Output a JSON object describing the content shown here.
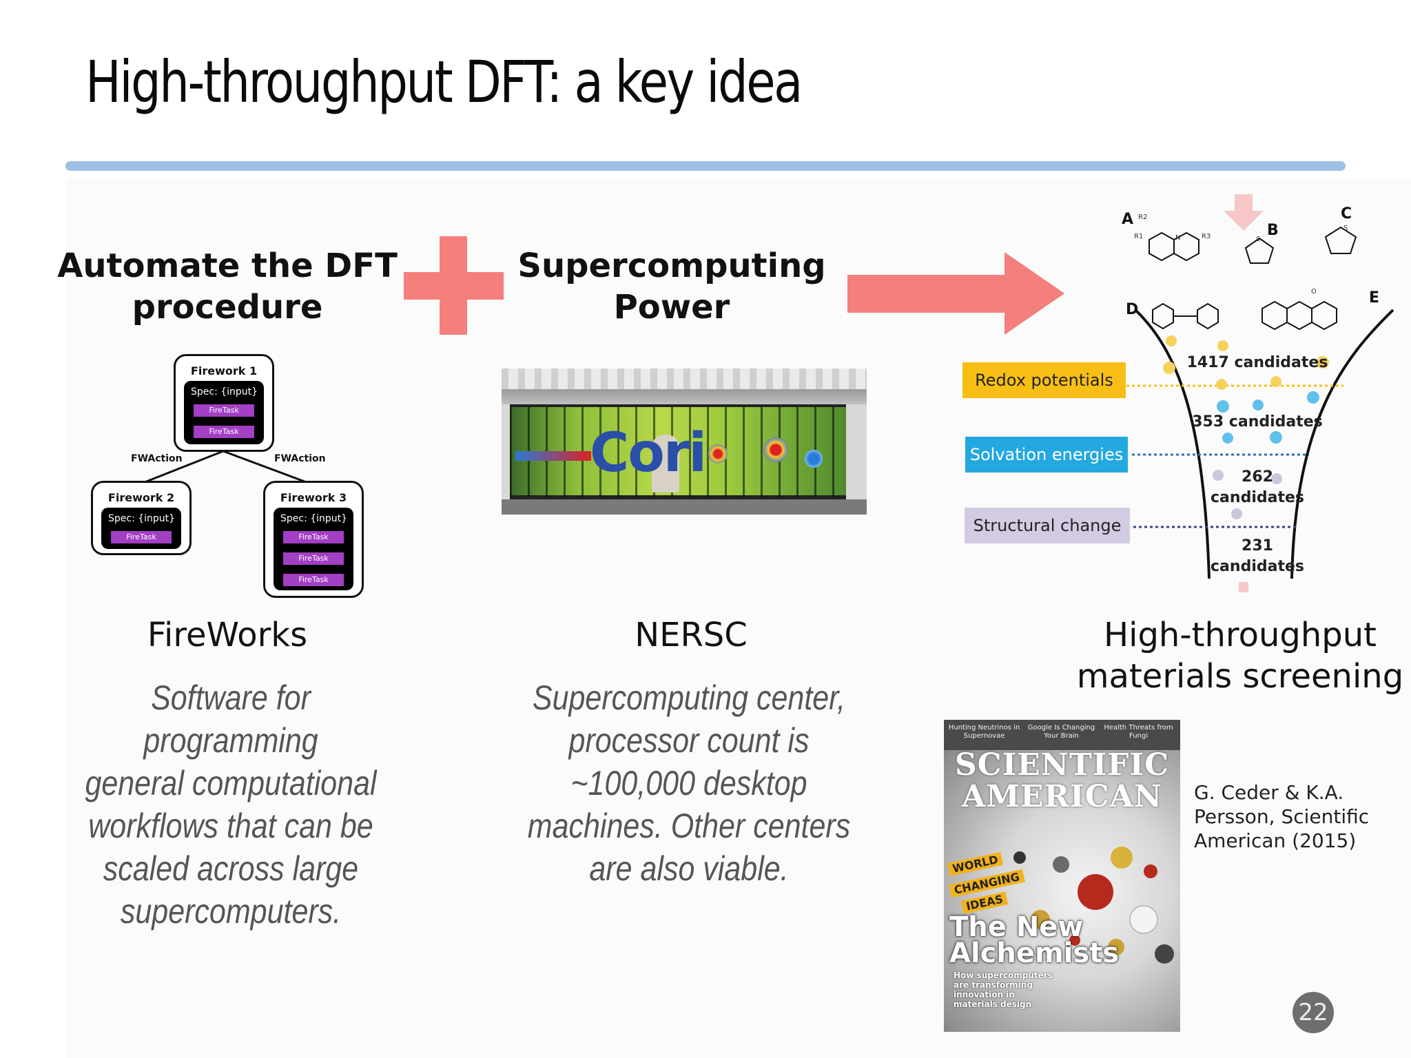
{
  "slide": {
    "title": "High-throughput DFT: a key idea",
    "page_number": "22",
    "accent_colors": {
      "rule": "#9fc0e4",
      "plus_and_arrow": "#f47f7c"
    }
  },
  "left": {
    "heading_line1": "Automate the DFT",
    "heading_line2": "procedure",
    "diagram": {
      "fw1_title": "Firework 1",
      "fw2_title": "Firework 2",
      "fw3_title": "Firework 3",
      "spec": "Spec: {input}",
      "task": "FireTask",
      "action_left": "FWAction",
      "action_right": "FWAction"
    },
    "name": "FireWorks",
    "desc": [
      "Software for programming",
      "general computational",
      "workflows that can be",
      "scaled across large",
      "supercomputers."
    ]
  },
  "plus_icon": "plus-sign",
  "middle": {
    "heading_line1": "Supercomputing",
    "heading_line2": "Power",
    "photo_text": "Cori",
    "name": "NERSC",
    "desc": [
      "Supercomputing center,",
      "processor count is",
      "~100,000 desktop",
      "machines. Other centers",
      "are also viable."
    ]
  },
  "arrow_icon": "right-arrow",
  "right": {
    "molecules": {
      "A": "A",
      "B": "B",
      "C": "C",
      "D": "D",
      "E": "E",
      "r1": "R1",
      "r2": "R2",
      "r3": "R3",
      "n": "N",
      "s": "S",
      "o": "O"
    },
    "filters": [
      {
        "label": "Redox potentials",
        "color": "#f7bf16"
      },
      {
        "label": "Solvation energies",
        "color": "#24a8e0"
      },
      {
        "label": "Structural change",
        "color": "#d2cbe2"
      }
    ],
    "candidates": {
      "c1": "1417 candidates",
      "c2": "353 candidates",
      "c3_num": "262",
      "c3_word": "candidates",
      "c4_num": "231",
      "c4_word": "candidates"
    },
    "heading_line1": "High-throughput",
    "heading_line2": "materials screening",
    "magazine": {
      "top_items": [
        "Hunting Neutrinos in Supernovae",
        "Google Is Changing Your Brain",
        "Health Threats from Fungi"
      ],
      "name_line1": "SCIENTIFIC",
      "name_line2": "AMERICAN",
      "badges": [
        "WORLD",
        "CHANGING",
        "IDEAS"
      ],
      "headline_line1": "The New",
      "headline_line2": "Alchemists",
      "subtext": [
        "How supercomputers",
        "are transforming",
        "innovation in",
        "materials design"
      ]
    },
    "citation": [
      "G. Ceder & K.A.",
      "Persson, Scientific",
      "American (2015)"
    ]
  }
}
